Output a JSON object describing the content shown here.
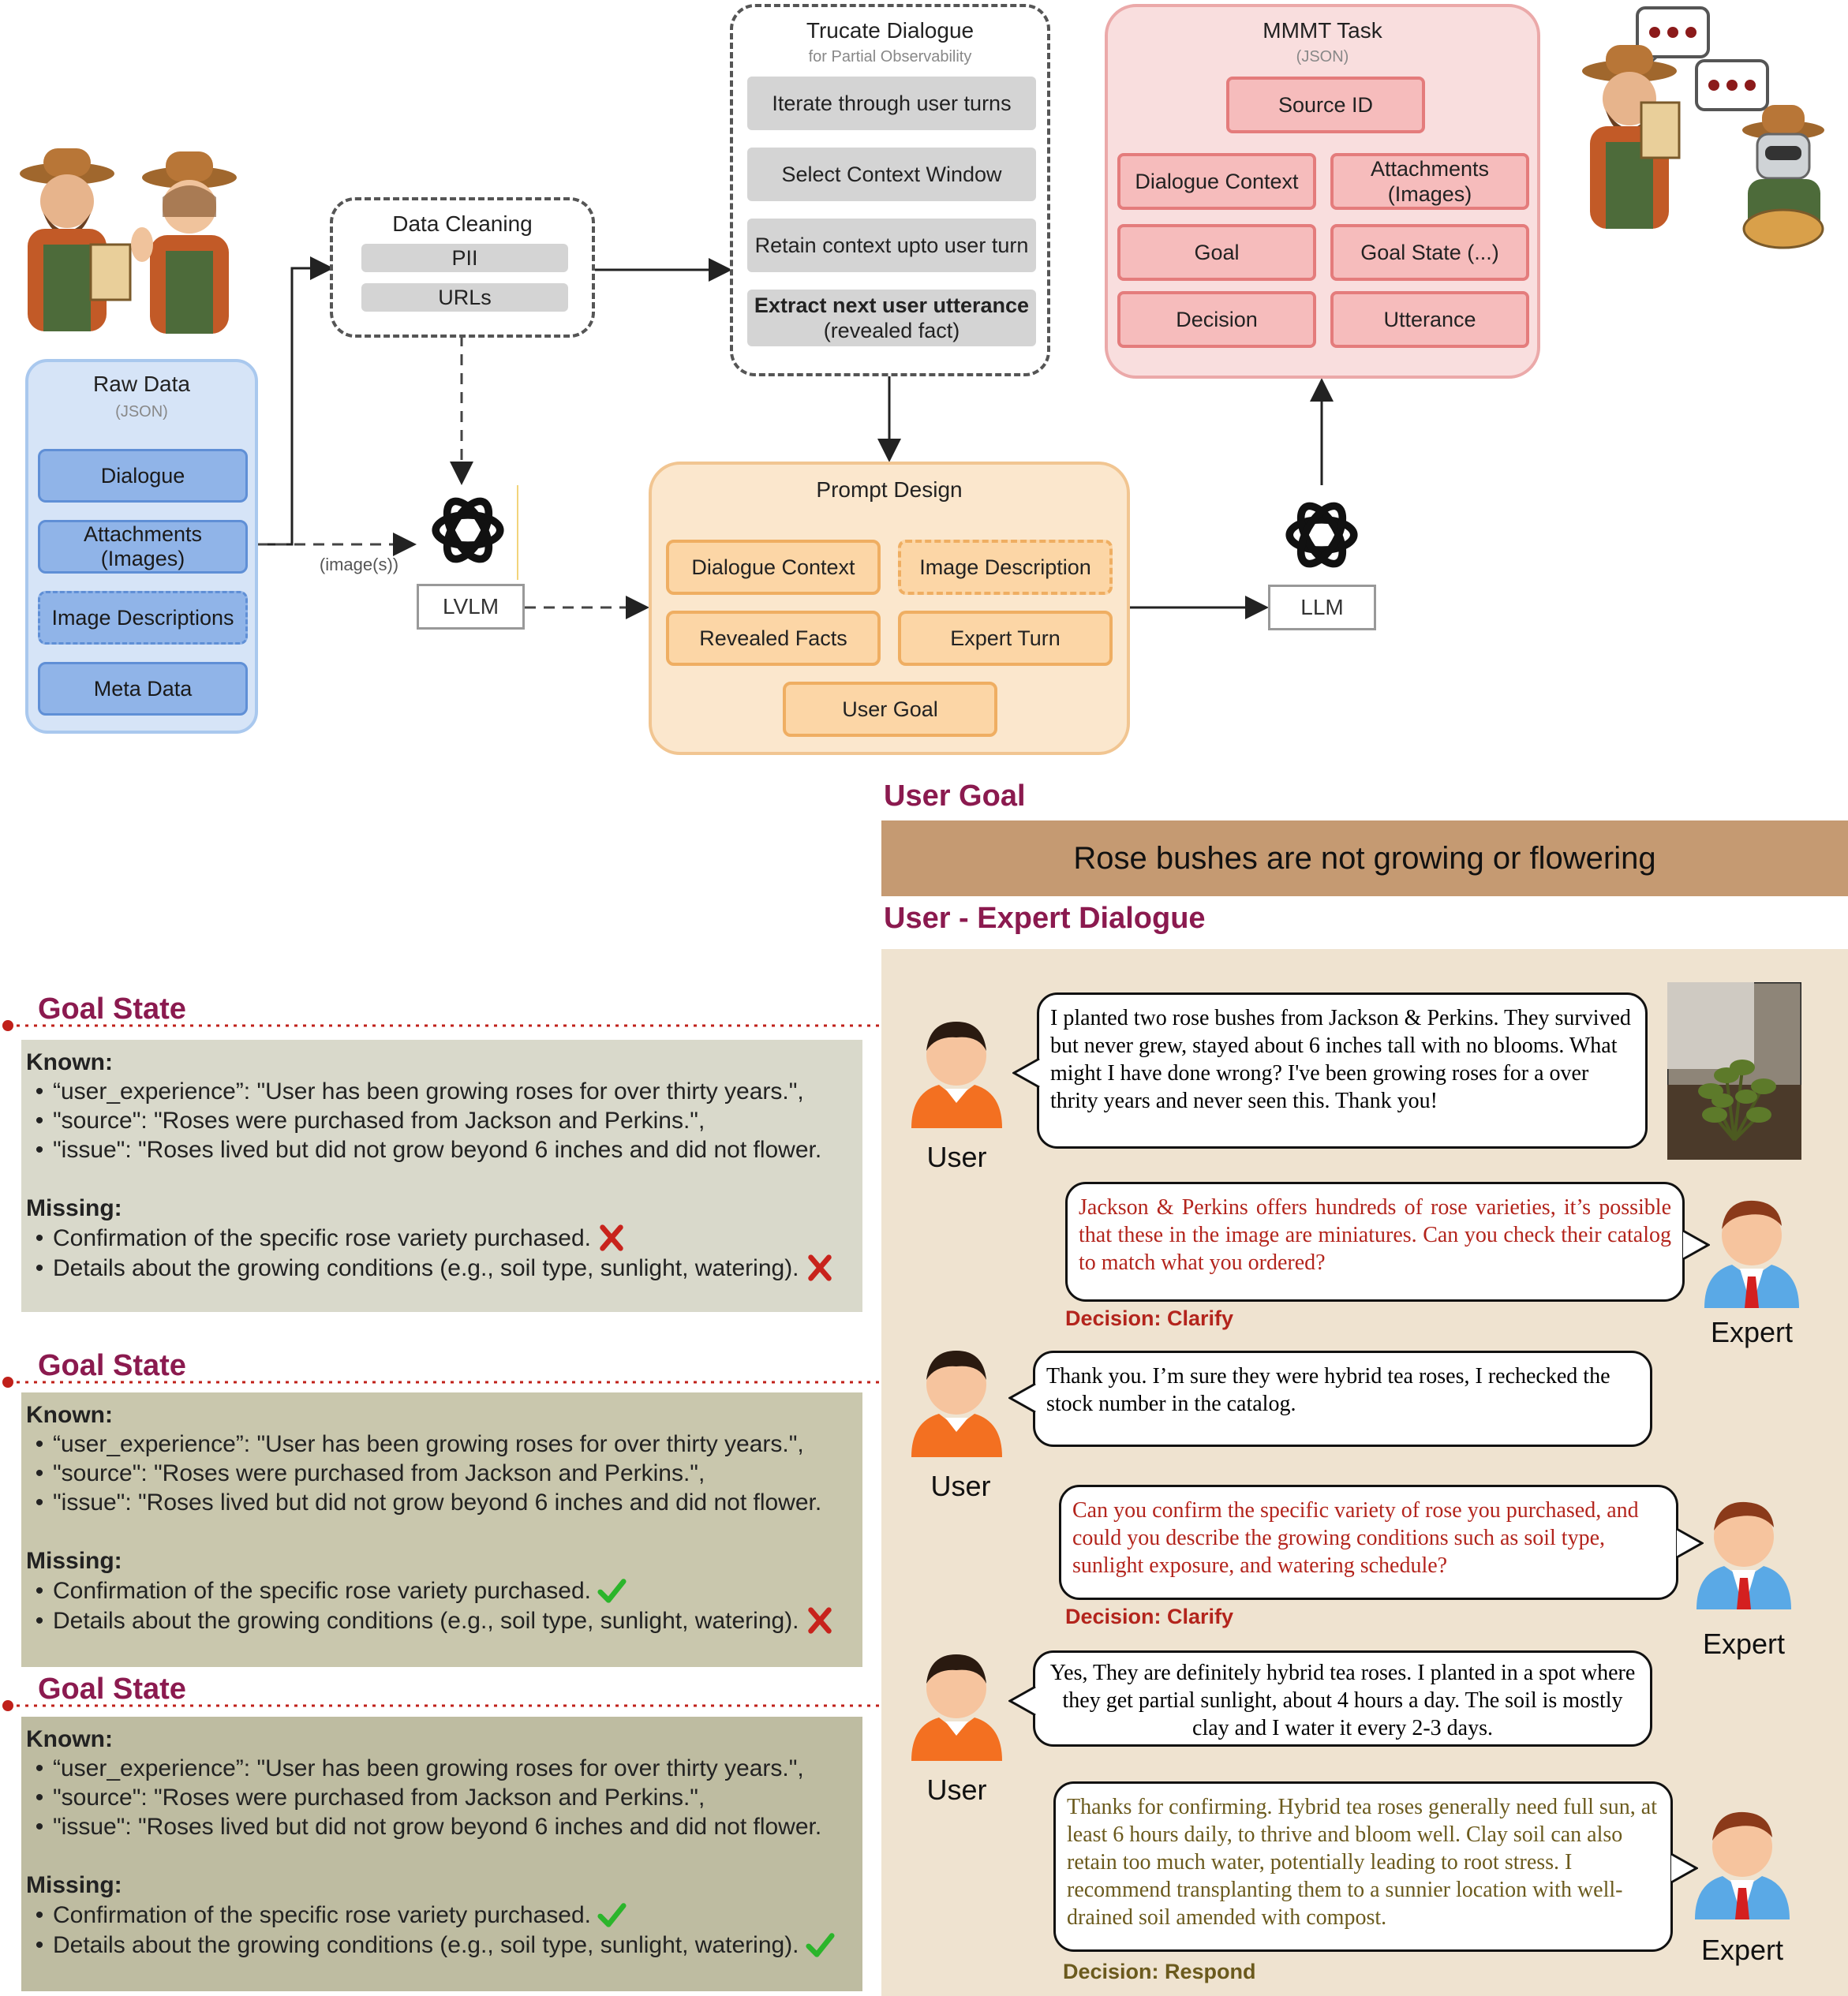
{
  "raw": {
    "title": "Raw Data",
    "sub": "(JSON)",
    "items": [
      "Dialogue",
      "Attachments (Images)",
      "Image Descriptions",
      "Meta Data"
    ]
  },
  "cleaning": {
    "title": "Data Cleaning",
    "items": [
      "PII",
      "URLs"
    ]
  },
  "truncate": {
    "title": "Trucate Dialogue",
    "sub": "for Partial Observability",
    "items": [
      "Iterate through user turns",
      "Select Context Window",
      "Retain context upto user turn",
      "Extract next user utterance",
      "(revealed fact)"
    ]
  },
  "task": {
    "title": "MMMT Task",
    "sub": "(JSON)",
    "items": [
      "Source ID",
      "Dialogue Context",
      "Attachments",
      "(Images)",
      "Goal",
      "Goal State (...)",
      "Decision",
      "Utterance"
    ]
  },
  "prompt": {
    "title": "Prompt Design",
    "items": [
      "Dialogue Context",
      "Image Description",
      "Revealed Facts",
      "Expert Turn",
      "User Goal"
    ]
  },
  "models": {
    "lvlm": "LVLM",
    "llm": "LLM",
    "edge_label": "(image(s))"
  },
  "user_goal": {
    "heading": "User Goal",
    "text": "Rose bushes are not growing or flowering"
  },
  "dialogue": {
    "heading": "User - Expert Dialogue",
    "user_label": "User",
    "expert_label": "Expert",
    "turns": [
      {
        "text": "I planted two rose bushes from Jackson & Perkins. They survived but never grew, stayed about 6 inches tall with no blooms. What might I have done wrong? I've been growing roses for a over thrity years and never seen this. Thank you!"
      },
      {
        "text": "Jackson & Perkins offers hundreds of rose varieties, it’s possible that these in the image are miniatures. Can you check their catalog to match what you ordered?",
        "decision": "Decision: Clarify"
      },
      {
        "text": "Thank you. I’m sure they were hybrid tea roses, I rechecked the stock number in the catalog."
      },
      {
        "text": "Can you confirm the specific variety of rose you purchased, and could you describe the growing conditions such as soil type, sunlight exposure, and watering schedule?",
        "decision": "Decision: Clarify"
      },
      {
        "text": "Yes, They are definitely hybrid tea roses. I planted in a spot where they get partial sunlight, about 4 hours a day. The soil is mostly clay and I water it every 2-3 days."
      },
      {
        "text": "Thanks for confirming. Hybrid tea roses generally need full sun, at least 6 hours daily, to thrive and bloom well. Clay soil can also retain too much water, potentially leading to root stress. I recommend transplanting them to a sunnier location with well-drained soil amended with compost.",
        "decision": "Decision: Respond"
      }
    ]
  },
  "goal_state": {
    "heading": "Goal State",
    "known_label": "Known:",
    "missing_label": "Missing:",
    "known": [
      "“user_experience”: \"User has been growing roses for over thirty years.\",",
      "\"source\": \"Roses were purchased from Jackson and Perkins.\",",
      "\"issue\": \"Roses lived but did not grow beyond 6 inches and did not flower."
    ],
    "missing": [
      "Confirmation of the specific rose variety purchased.",
      "Details about the growing conditions (e.g., soil type, sunlight, watering)."
    ],
    "states": [
      [
        "cross",
        "cross"
      ],
      [
        "check",
        "cross"
      ],
      [
        "check",
        "check"
      ]
    ]
  },
  "colors": {
    "heading": "#8b1a4f",
    "goal_bar": "#c59a72",
    "dialogue_bg": "#efe3d0",
    "gs_1": "#d9d9cb",
    "gs_2": "#c9c7ad",
    "gs_3": "#bebca1",
    "check": "#2bb52b",
    "cross": "#c8231c"
  }
}
